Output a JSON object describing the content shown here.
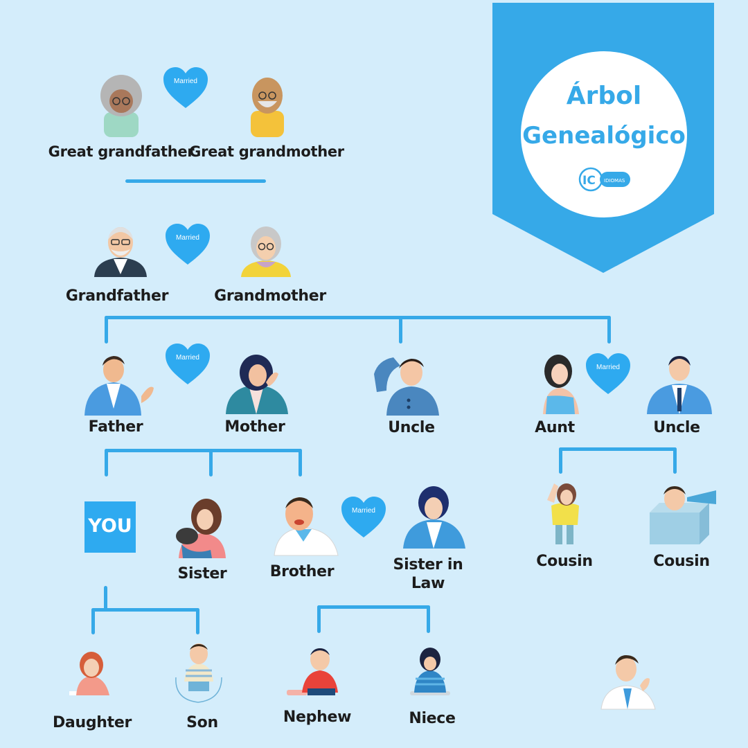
{
  "title": {
    "line1": "Árbol",
    "line2": "Genealógico",
    "logo_text": "IC",
    "logo_sub": "IDIOMAS"
  },
  "married_label": "Married",
  "you_label": "YOU",
  "members": {
    "great_grandfather": "Great grandfather",
    "great_grandmother": "Great grandmother",
    "grandfather": "Grandfather",
    "grandmother": "Grandmother",
    "father": "Father",
    "mother": "Mother",
    "uncle_1": "Uncle",
    "aunt": "Aunt",
    "uncle_2": "Uncle",
    "sister": "Sister",
    "brother": "Brother",
    "sister_in_law": "Sister in Law",
    "cousin_1": "Cousin",
    "cousin_2": "Cousin",
    "daughter": "Daughter",
    "son": "Son",
    "nephew": "Nephew",
    "niece": "Niece"
  },
  "colors": {
    "background": "#d4edfb",
    "accent": "#36a9e8",
    "heart": "#2eaaf0",
    "text": "#1c1c1c"
  }
}
